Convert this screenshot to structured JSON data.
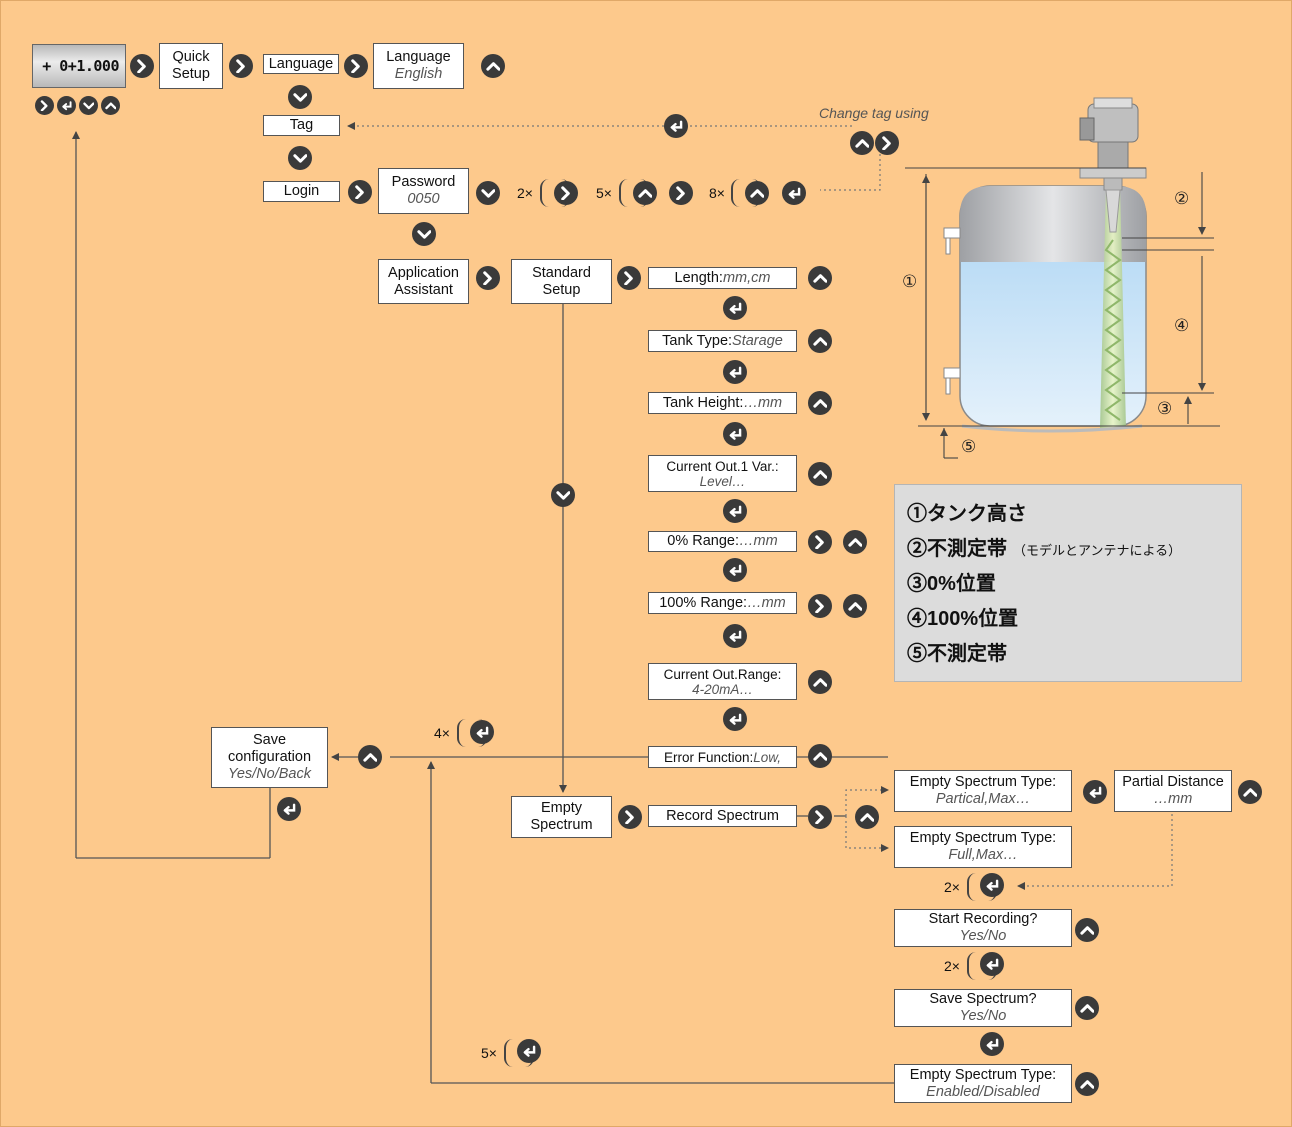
{
  "device_display": {
    "reading": "+ 0+1.000",
    "keys": [
      "right-arrow-icon",
      "enter-icon",
      "down-arrow-icon",
      "up-arrow-icon"
    ]
  },
  "boxes": {
    "quick_setup": [
      "Quick",
      "Setup"
    ],
    "language": "Language",
    "language_value": {
      "label": "Language",
      "value": "English"
    },
    "tag": "Tag",
    "login": "Login",
    "password": {
      "label": "Password",
      "value": "0050"
    },
    "app_assistant": [
      "Application",
      "Assistant"
    ],
    "standard_setup": [
      "Standard",
      "Setup"
    ],
    "length": {
      "label": "Length:",
      "value": "mm,cm"
    },
    "tank_type": {
      "label": "Tank Type:",
      "value": "Starage"
    },
    "tank_height": {
      "label": "Tank Height:",
      "value": "…mm"
    },
    "current_out1": {
      "label": "Current Out.1 Var.:",
      "value": "Level…"
    },
    "range0": {
      "label": "0% Range:",
      "value": "…mm"
    },
    "range100": {
      "label": "100% Range:",
      "value": "…mm"
    },
    "current_range": {
      "label": "Current Out.Range:",
      "value": "4-20mA…"
    },
    "error_function": {
      "label": "Error Function:",
      "value": "Low,"
    },
    "save_config": {
      "l1": "Save",
      "l2": "configuration",
      "value": "Yes/No/Back"
    },
    "empty_spectrum": [
      "Empty",
      "Spectrum"
    ],
    "record_spectrum": "Record Spectrum",
    "est_partial": {
      "label": "Empty Spectrum Type:",
      "value": "Partical,Max…"
    },
    "partial_distance": {
      "label": "Partial Distance",
      "value": "…mm"
    },
    "est_full": {
      "label": "Empty Spectrum Type:",
      "value": "Full,Max…"
    },
    "start_recording": {
      "label": "Start Recording?",
      "value": "Yes/No"
    },
    "save_spectrum": {
      "label": "Save Spectrum?",
      "value": "Yes/No"
    },
    "est_enabled": {
      "label": "Empty Spectrum Type:",
      "value": "Enabled/Disabled"
    }
  },
  "multipliers": {
    "m2_right": "2×",
    "m5_up": "5×",
    "m8_up": "8×",
    "m4_enter": "4×",
    "m5_enter": "5×",
    "m2_enter_a": "2×",
    "m2_enter_b": "2×"
  },
  "notes": {
    "change_tag": "Change tag using"
  },
  "tank_labels": [
    "①",
    "②",
    "③",
    "④",
    "⑤"
  ],
  "legend": [
    {
      "text": "①タンク高さ",
      "sub": ""
    },
    {
      "text": "②不測定帯",
      "sub": "（モデルとアンテナによる）"
    },
    {
      "text": "③0%位置",
      "sub": ""
    },
    {
      "text": "④100%位置",
      "sub": ""
    },
    {
      "text": "⑤不測定帯",
      "sub": ""
    }
  ],
  "colors": {
    "background": "#fdc98c",
    "button": "#3a3a3a",
    "legend_bg": "#dcdcdc",
    "liquid": "#c4e2f8"
  }
}
